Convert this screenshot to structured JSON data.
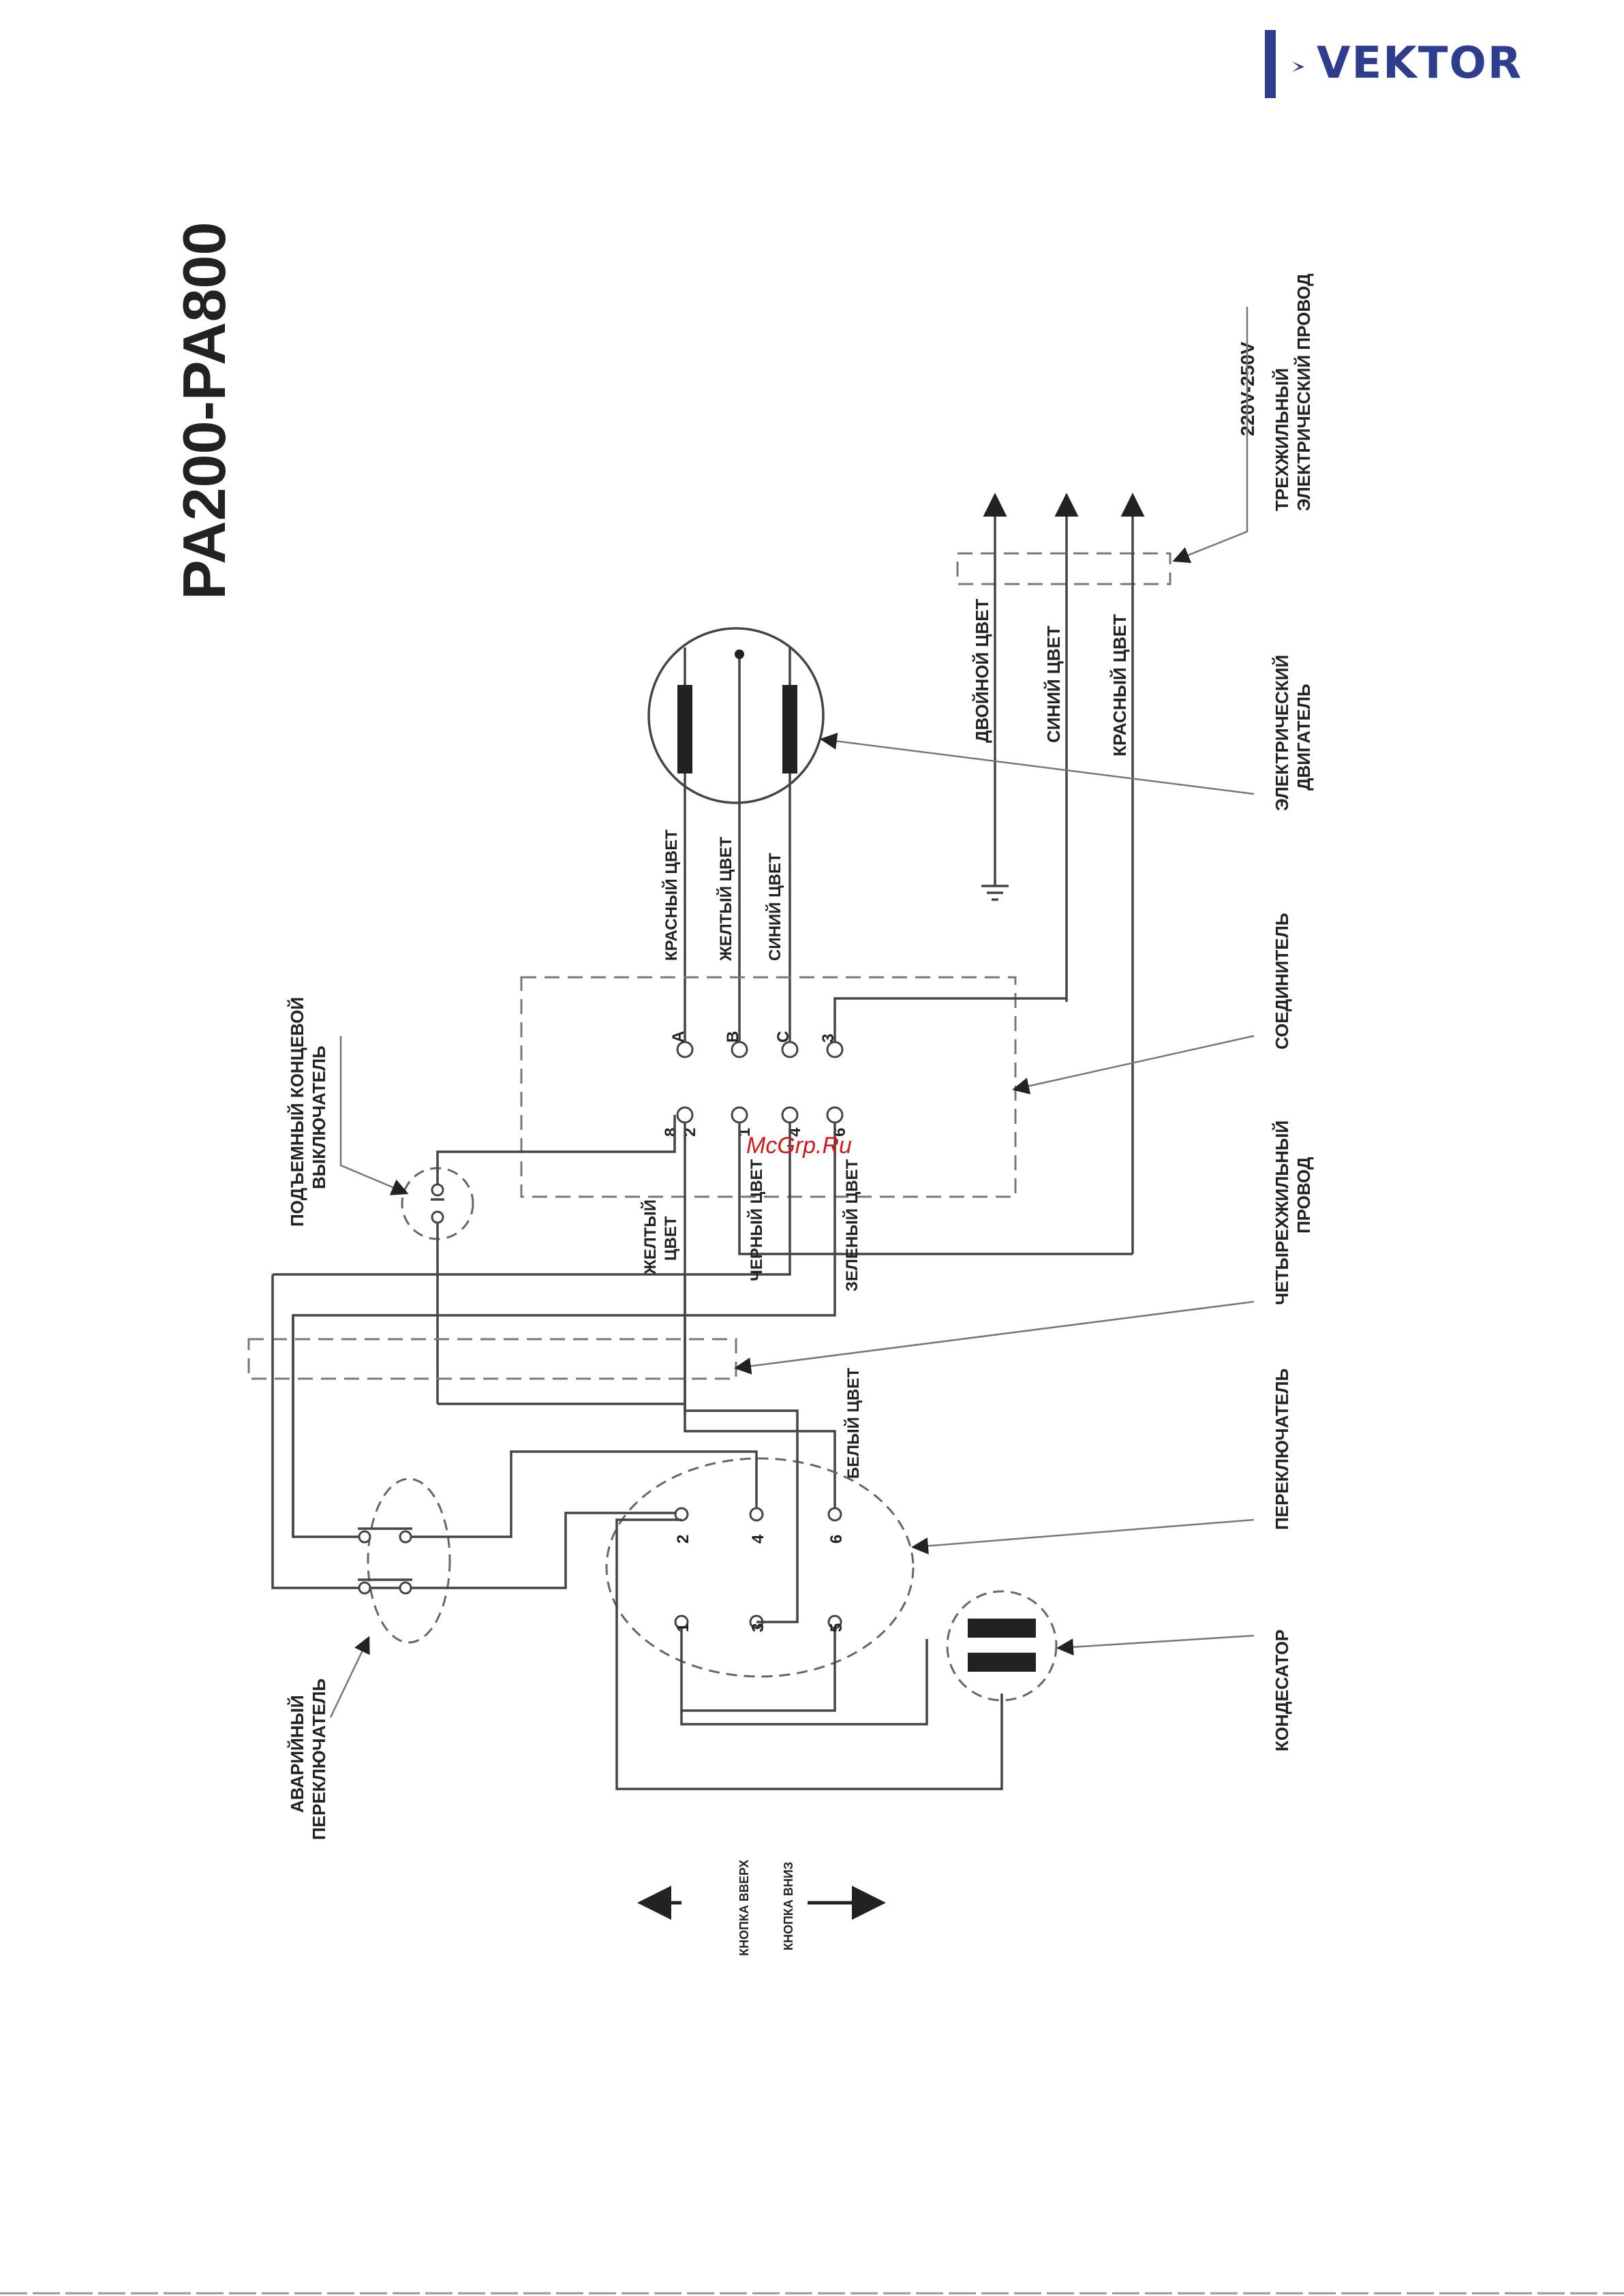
{
  "brand": {
    "name": "VEKTOR",
    "color": "#2f3d8f"
  },
  "title": "PA200-PA800",
  "watermark": "McGrp.Ru",
  "voltage": "220V-250V",
  "labels": {
    "three_wire_cable": [
      "ТРЕХЖИЛЬНЫЙ",
      "ЭЛЕКТРИЧЕСКИЙ ПРОВОД"
    ],
    "motor": [
      "ЭЛЕКТРИЧЕСКИЙ",
      "ДВИГАТЕЛЬ"
    ],
    "connector": "СОЕДИНИТЕЛЬ",
    "four_wire_cable": [
      "ЧЕТЫРЕХЖИЛЬНЫЙ",
      "ПРОВОД"
    ],
    "switch": "ПЕРЕКЛЮЧАТЕЛЬ",
    "capacitor": "КОНДЕСАТОР",
    "limit_switch": [
      "ПОДЪЕМНЫЙ КОНЦЕВОЙ",
      "ВЫКЛЮЧАТЕЛЬ"
    ],
    "emergency_switch": [
      "АВАРИЙНЫЙ",
      "ПЕРЕКЛЮЧАТЕЛЬ"
    ],
    "button_up": "КНОПКА ВВЕРХ",
    "button_down": "КНОПКА ВНИЗ"
  },
  "wire_colors": {
    "double": "ДВОЙНОЙ ЦВЕТ",
    "blue": "СИНИЙ ЦВЕТ",
    "red": "КРАСНЫЙ ЦВЕТ",
    "yellow": "ЖЕЛТЫЙ ЦВЕТ",
    "yellow_a": "ЖЕЛТЫЙ",
    "yellow_b": "ЦВЕТ",
    "black": "ЧЕРНЫЙ ЦВЕТ",
    "green": "ЗЕЛЕНЫЙ ЦВЕТ",
    "white": "БЕЛЫЙ ЦВЕТ"
  },
  "connector_terminals": {
    "motor_side": [
      "A",
      "B",
      "C",
      "3"
    ],
    "cable_side": [
      "2",
      "1",
      "4",
      "6"
    ],
    "extra": "8"
  },
  "switch_terminals": [
    "2",
    "4",
    "6",
    "1",
    "3",
    "5"
  ]
}
